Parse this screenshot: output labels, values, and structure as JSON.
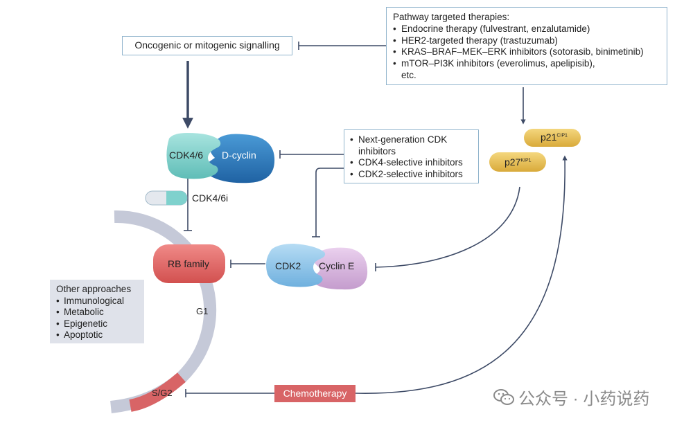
{
  "signal": {
    "label": "Oncogenic or mitogenic signalling"
  },
  "pathway": {
    "title": "Pathway targeted therapies:",
    "items": [
      "Endocrine therapy (fulvestrant, enzalutamide)",
      "HER2-targeted therapy (trastuzumab)",
      "KRAS–BRAF–MEK–ERK inhibitors (sotorasib, binimetinib)",
      "mTOR–PI3K inhibitors (everolimus, apelipisib),",
      "etc."
    ]
  },
  "cdk_inhibitors": {
    "items": [
      "Next-generation CDK inhibitors",
      "CDK4-selective inhibitors",
      "CDK2-selective inhibitors"
    ]
  },
  "other": {
    "title": "Other approaches",
    "items": [
      "Immunological",
      "Metabolic",
      "Epigenetic",
      "Apoptotic"
    ]
  },
  "nodes": {
    "cdk46": "CDK4/6",
    "dcyclin": "D-cyclin",
    "cdk46i": "CDK4/6i",
    "rb": "RB family",
    "cdk2": "CDK2",
    "cyclin_e": "Cyclin E",
    "p21": "p21",
    "p21_sup": "CIP1",
    "p27": "p27",
    "p27_sup": "KIP1",
    "g1": "G1",
    "sg2": "S/G2",
    "chemo": "Chemotherapy"
  },
  "watermark": {
    "text": "公众号 · 小药说药",
    "icon": "wechat-icon"
  },
  "colors": {
    "arrow": "#3d4a66",
    "cdk46": "#7fd1cd",
    "dcyclin": "#2f7fc1",
    "rb": "#e06060",
    "cdk2": "#8ec3e8",
    "cyclin_e": "#d6b3dc",
    "p21": "#e7c15a",
    "cycle": "#c5c9d8",
    "sg2": "#d86466"
  }
}
